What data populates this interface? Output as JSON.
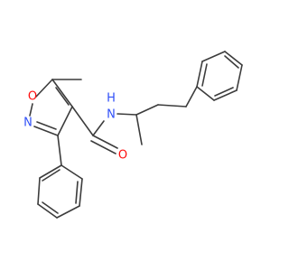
{
  "structure": {
    "atom_labels": {
      "ring_oxygen": "O",
      "ring_nitrogen": "N",
      "amide_nitrogen_n": "N",
      "amide_nitrogen_h": "H",
      "carbonyl_oxygen": "O"
    },
    "colors": {
      "bond": "#3c3c3c",
      "oxygen": "#ff0d0d",
      "nitrogen": "#3050f8"
    }
  }
}
